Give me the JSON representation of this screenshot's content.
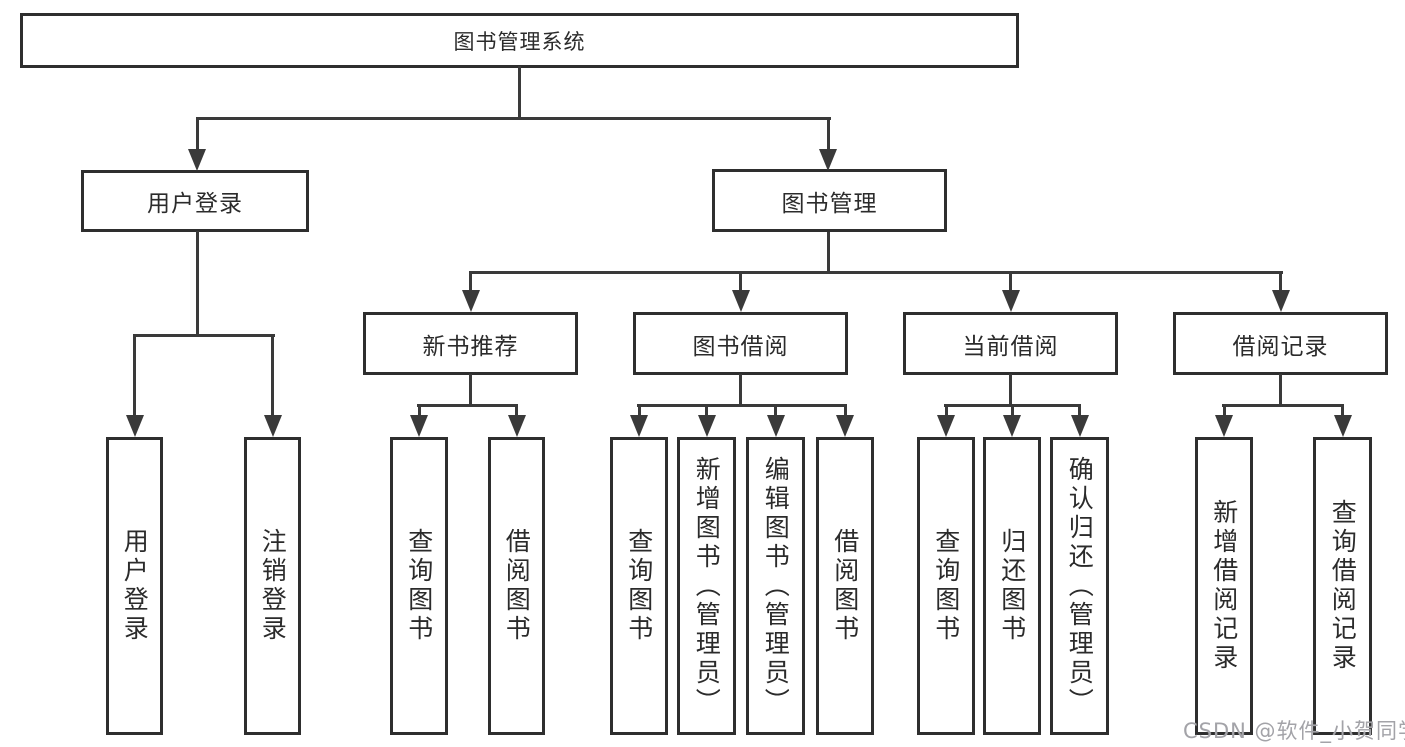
{
  "diagram_title": "图书管理系统",
  "nodes": {
    "root": {
      "label": "图书管理系统"
    },
    "level2": {
      "user_login": {
        "label": "用户登录"
      },
      "book_management": {
        "label": "图书管理"
      }
    },
    "level3": {
      "new_book_recommend": {
        "label": "新书推荐"
      },
      "book_borrow": {
        "label": "图书借阅"
      },
      "current_borrow": {
        "label": "当前借阅"
      },
      "borrow_record": {
        "label": "借阅记录"
      }
    },
    "leaves": {
      "user_login": {
        "label": "用户登录"
      },
      "logout": {
        "label": "注销登录"
      },
      "query_book_recommend": {
        "label": "查询图书"
      },
      "borrow_book_recommend": {
        "label": "借阅图书"
      },
      "query_book_borrow": {
        "label": "查询图书"
      },
      "add_book_admin": {
        "label": "新增图书（管理员）"
      },
      "edit_book_admin": {
        "label": "编辑图书（管理员）"
      },
      "borrow_book": {
        "label": "借阅图书"
      },
      "query_book_current": {
        "label": "查询图书"
      },
      "return_book": {
        "label": "归还图书"
      },
      "confirm_return_admin": {
        "label": "确认归还（管理员）"
      },
      "add_borrow_record": {
        "label": "新增借阅记录"
      },
      "query_borrow_record": {
        "label": "查询借阅记录"
      }
    }
  },
  "edges": [
    {
      "from": "图书管理系统",
      "to": "用户登录"
    },
    {
      "from": "图书管理系统",
      "to": "图书管理"
    },
    {
      "from": "用户登录",
      "to": "用户登录"
    },
    {
      "from": "用户登录",
      "to": "注销登录"
    },
    {
      "from": "图书管理",
      "to": "新书推荐"
    },
    {
      "from": "图书管理",
      "to": "图书借阅"
    },
    {
      "from": "图书管理",
      "to": "当前借阅"
    },
    {
      "from": "图书管理",
      "to": "借阅记录"
    },
    {
      "from": "新书推荐",
      "to": "查询图书"
    },
    {
      "from": "新书推荐",
      "to": "借阅图书"
    },
    {
      "from": "图书借阅",
      "to": "查询图书"
    },
    {
      "from": "图书借阅",
      "to": "新增图书（管理员）"
    },
    {
      "from": "图书借阅",
      "to": "编辑图书（管理员）"
    },
    {
      "from": "图书借阅",
      "to": "借阅图书"
    },
    {
      "from": "当前借阅",
      "to": "查询图书"
    },
    {
      "from": "当前借阅",
      "to": "归还图书"
    },
    {
      "from": "当前借阅",
      "to": "确认归还（管理员）"
    },
    {
      "from": "借阅记录",
      "to": "新增借阅记录"
    },
    {
      "from": "借阅记录",
      "to": "查询借阅记录"
    }
  ],
  "watermark": {
    "text": "CSDN @软件_小贺同学"
  },
  "colors": {
    "line": "#3a3a3a",
    "border": "#2e2e2e",
    "text": "#2b2b2b",
    "watermark": "#a3a3a8",
    "background": "#ffffff"
  }
}
